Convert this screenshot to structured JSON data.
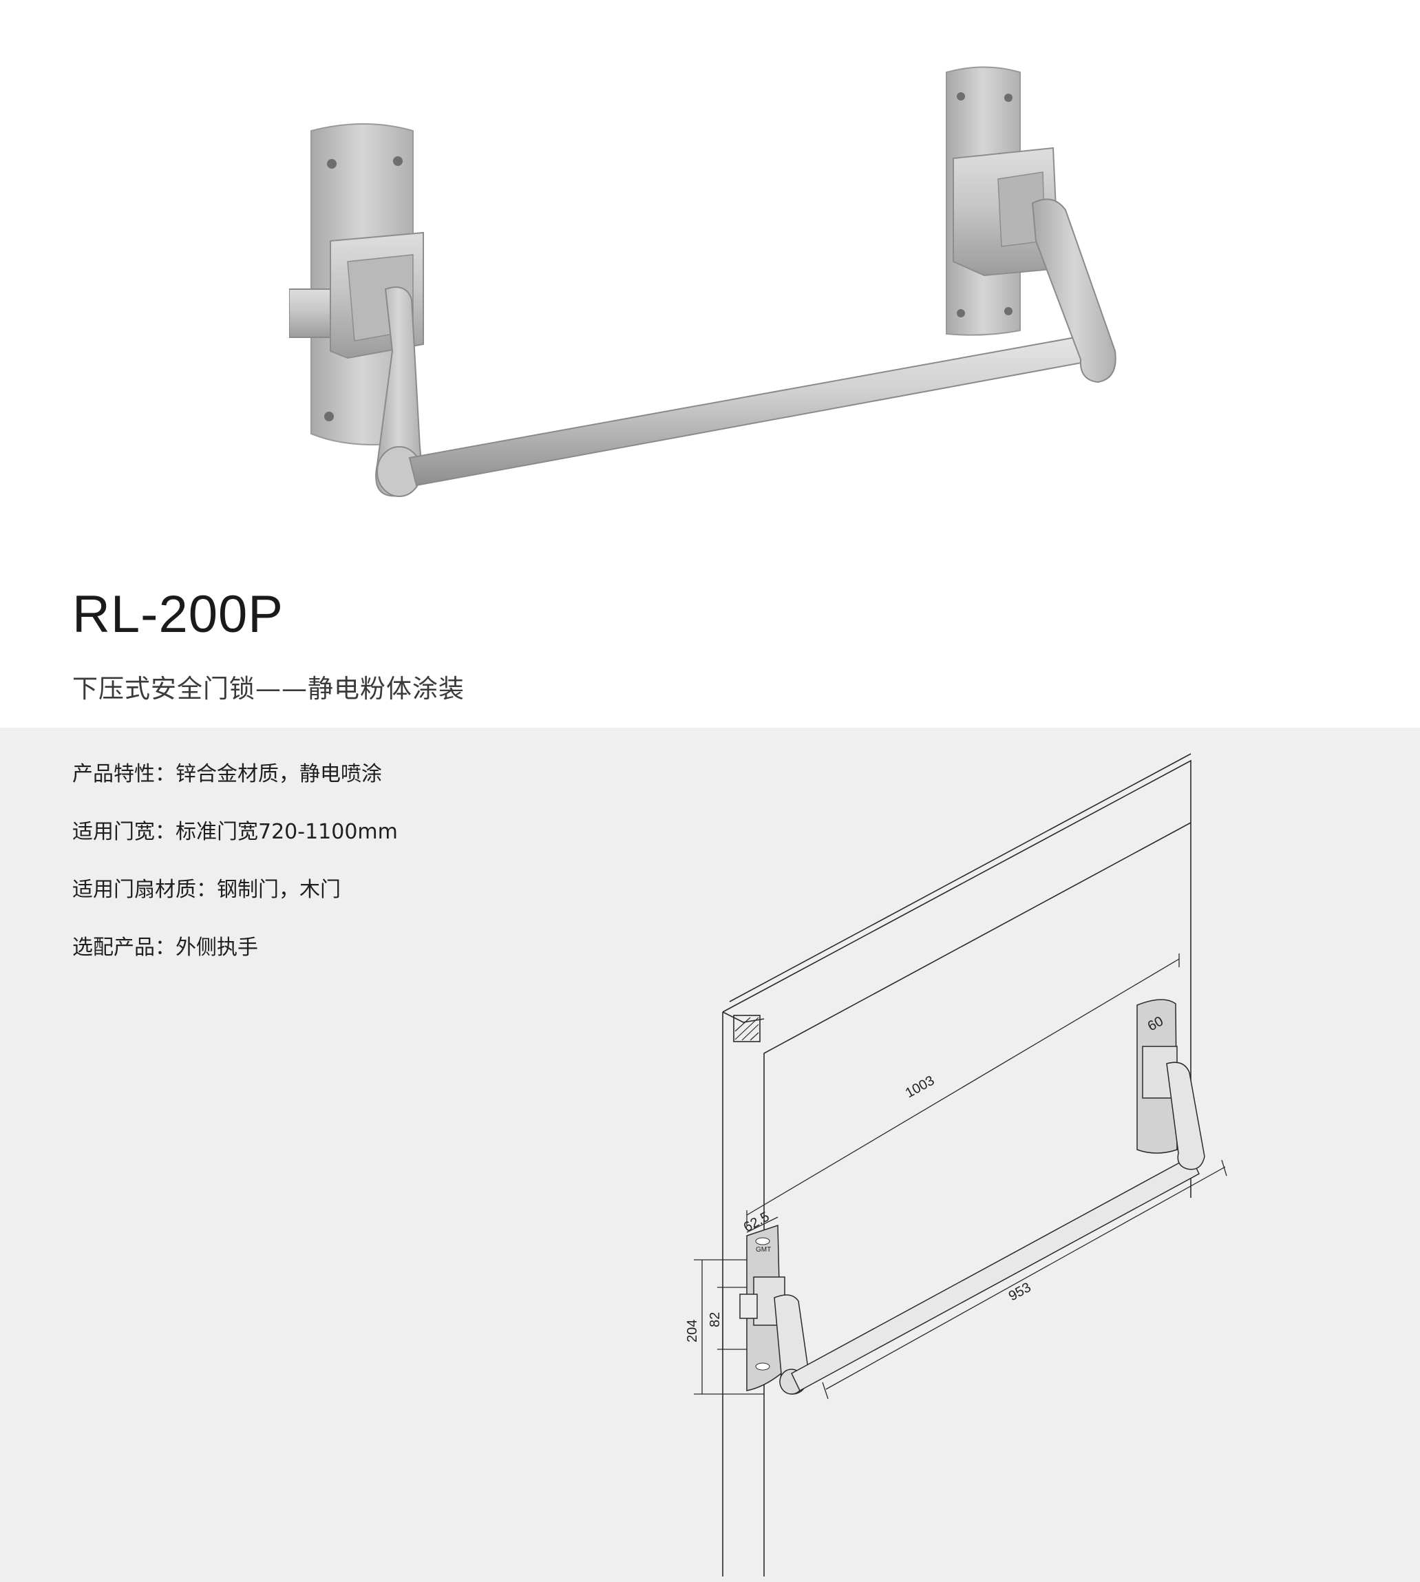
{
  "product": {
    "model": "RL-200P",
    "subtitle": "下压式安全门锁——静电粉体涂装"
  },
  "specs": [
    {
      "text": "产品特性：锌合金材质，静电喷涂"
    },
    {
      "text": "适用门宽：标准门宽720-1100mm"
    },
    {
      "text": "适用门扇材质：钢制门，木门"
    },
    {
      "text": "选配产品：外侧执手"
    }
  ],
  "drawing": {
    "dim_overall_length": "1003",
    "dim_bar_length": "953",
    "dim_plate_width": "62.5",
    "dim_plate_height": "204",
    "dim_inner_height": "82",
    "dim_right_width": "60",
    "plate_logo": "GMT"
  },
  "colors": {
    "top_background": "#ffffff",
    "bottom_background": "#efefef",
    "metal": "#c4c4c4"
  }
}
